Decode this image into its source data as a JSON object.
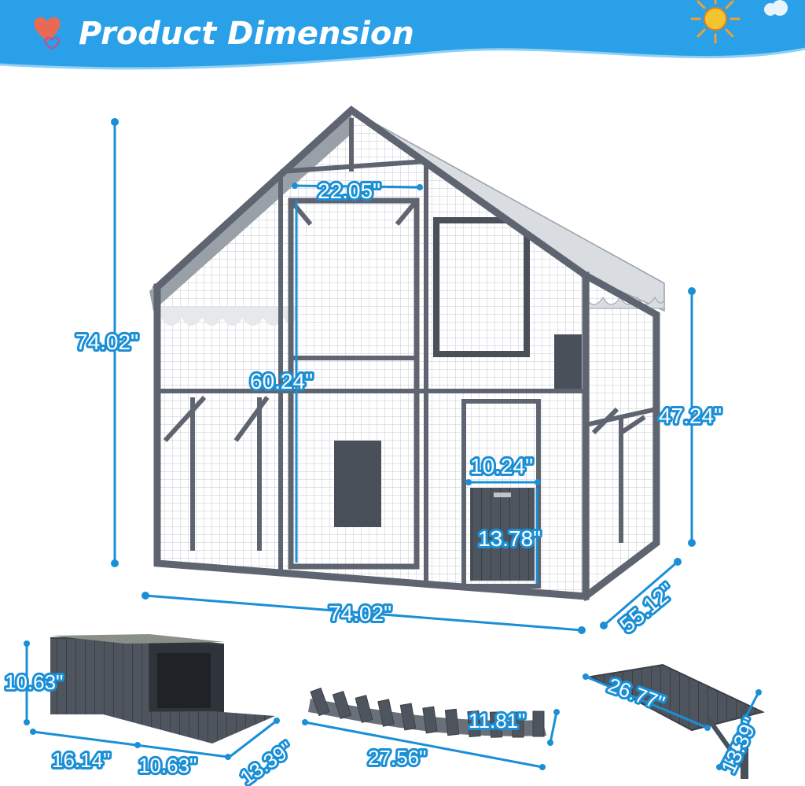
{
  "header": {
    "title": "Product Dimension",
    "brand_color": "#2aa0e8",
    "accent_color": "#1a8fd6",
    "heart_icon": "heart-icon",
    "sun_icon": "sun-icon"
  },
  "dimensions": {
    "overall_height": "74.02\"",
    "overall_width": "74.02\"",
    "depth": "55.12\"",
    "side_height": "47.24\"",
    "door_width": "22.05\"",
    "door_height": "60.24\"",
    "small_door_width": "10.24\"",
    "small_door_height": "13.78\""
  },
  "accessories": {
    "house": {
      "height": "10.63\"",
      "length": "16.14\"",
      "entry": "10.63\"",
      "depth": "13.39\""
    },
    "bridge": {
      "length": "27.56\"",
      "width": "11.81\""
    },
    "platform": {
      "length": "26.77\"",
      "width": "13.39\""
    }
  }
}
